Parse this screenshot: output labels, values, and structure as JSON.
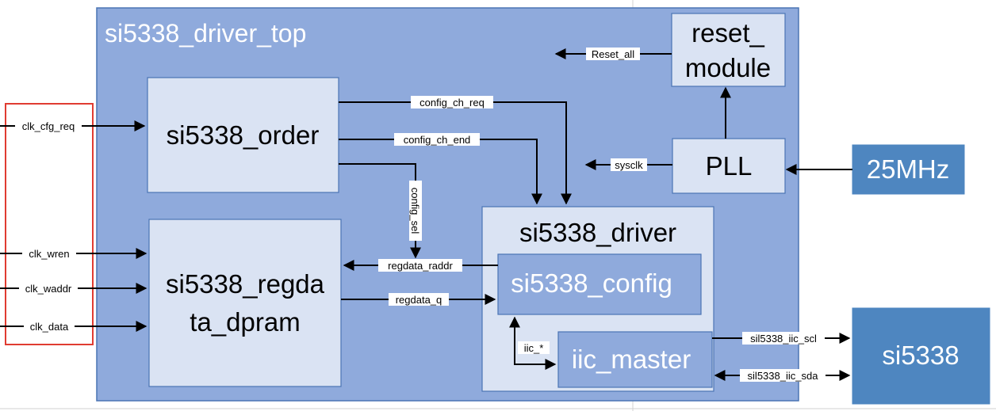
{
  "colors": {
    "top_fill": "#8faadc",
    "top_stroke": "#4a74b4",
    "module_fill": "#dae3f3",
    "module_stroke": "#4a74b4",
    "dark_fill": "#4e86c0",
    "red_box": "#e03c31",
    "line": "#000000"
  },
  "top_module": {
    "title": "si5338_driver_top"
  },
  "blocks": {
    "reset_module": {
      "line1": "reset_",
      "line2": "module"
    },
    "si5338_order": {
      "label": "si5338_order"
    },
    "pll": {
      "label": "PLL"
    },
    "clock_source": {
      "label": "25MHz"
    },
    "si5338_driver": {
      "label": "si5338_driver"
    },
    "si5338_config": {
      "label": "si5338_config"
    },
    "iic_master": {
      "label": "iic_master"
    },
    "regdata_dpram": {
      "line1": "si5338_regda",
      "line2": "ta_dpram"
    },
    "si5338_chip": {
      "label": "si5338"
    }
  },
  "signals": {
    "reset_all": "Reset_all",
    "config_ch_req": "config_ch_req",
    "config_ch_end": "config_ch_end",
    "sysclk": "sysclk",
    "config_sel": "config_sel",
    "regdata_raddr": "regdata_raddr",
    "regdata_q": "regdata_q",
    "iic": "iic_*",
    "iic_scl": "sil5338_iic_scl",
    "iic_sda": "sil5338_iic_sda"
  },
  "inputs": {
    "clk_cfg_req": "clk_cfg_req",
    "clk_wren": "clk_wren",
    "clk_waddr": "clk_waddr",
    "clk_data": "clk_data"
  }
}
